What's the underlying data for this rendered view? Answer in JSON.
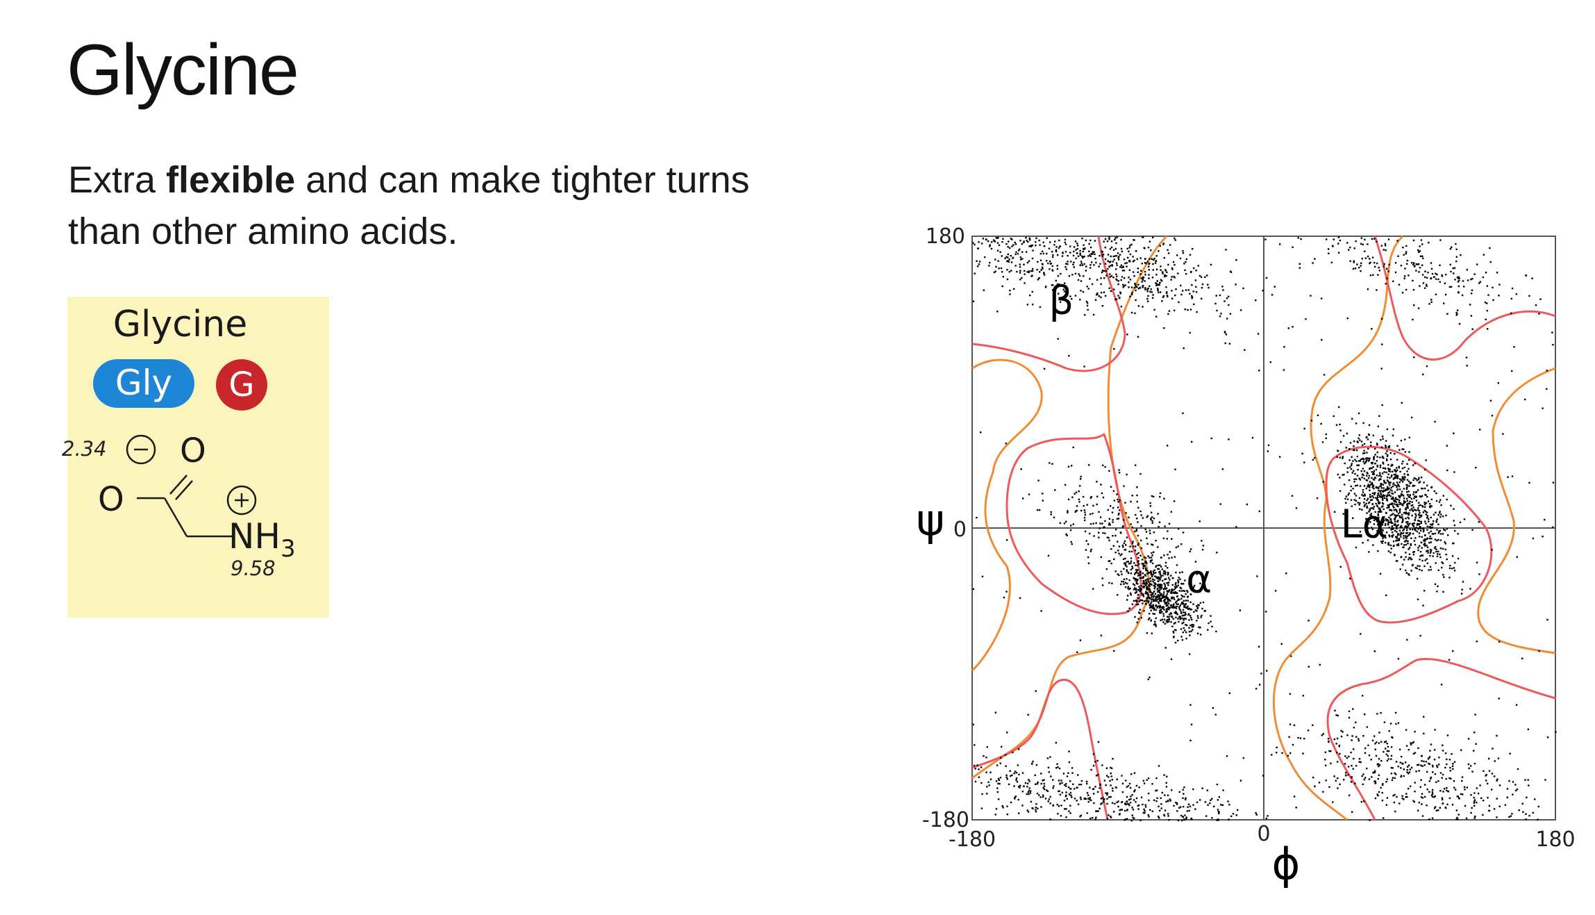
{
  "page": {
    "title": "Glycine",
    "description": {
      "pre": "Extra ",
      "bold": "flexible",
      "post": " and can make tighter turns than other amino acids."
    }
  },
  "card": {
    "name": "Glycine",
    "three_letter": "Gly",
    "one_letter": "G",
    "pka_carboxyl": "2.34",
    "pka_amino": "9.58",
    "oxygen_label": "O",
    "amine_label": "NH",
    "amine_subscript": "3",
    "colors": {
      "background": "#fbf5bd",
      "three_letter_pill": "#1d86d6",
      "one_letter_badge": "#c8262a"
    }
  },
  "chart_data": {
    "type": "scatter",
    "title": "",
    "xlabel": "ϕ",
    "ylabel": "ψ",
    "xlim": [
      -180,
      180
    ],
    "ylim": [
      -180,
      180
    ],
    "x_ticks": [
      "-180",
      "0",
      "180"
    ],
    "y_ticks": [
      "180",
      "0",
      "-180"
    ],
    "grid": "zero lines",
    "region_labels": [
      {
        "text": "β",
        "x": -125,
        "y": 140
      },
      {
        "text": "α",
        "x": -40,
        "y": -32
      },
      {
        "text": "Lα",
        "x": 62,
        "y": 2
      }
    ],
    "point_clusters": [
      {
        "region": "β",
        "center": [
          -85,
          160
        ],
        "spread": [
          35,
          18
        ],
        "count": 500
      },
      {
        "region": "β",
        "center": [
          -150,
          165
        ],
        "spread": [
          18,
          15
        ],
        "count": 150
      },
      {
        "region": "α",
        "center": [
          -65,
          -40
        ],
        "spread": [
          12,
          14
        ],
        "count": 700
      },
      {
        "region": "α",
        "center": [
          -85,
          0
        ],
        "spread": [
          25,
          22
        ],
        "count": 250
      },
      {
        "region": "Lα",
        "center": [
          80,
          15
        ],
        "spread": [
          16,
          24
        ],
        "count": 1100
      },
      {
        "region": "upper right",
        "center": [
          95,
          160
        ],
        "spread": [
          30,
          15
        ],
        "count": 220
      },
      {
        "region": "lower left",
        "center": [
          -90,
          -165
        ],
        "spread": [
          38,
          15
        ],
        "count": 350
      },
      {
        "region": "lower left",
        "center": [
          -155,
          -160
        ],
        "spread": [
          22,
          12
        ],
        "count": 110
      },
      {
        "region": "lower right",
        "center": [
          90,
          -150
        ],
        "spread": [
          35,
          20
        ],
        "count": 420
      }
    ],
    "contour_colors": {
      "inner": "#ee5a5a",
      "outer": "#f08c33"
    }
  }
}
